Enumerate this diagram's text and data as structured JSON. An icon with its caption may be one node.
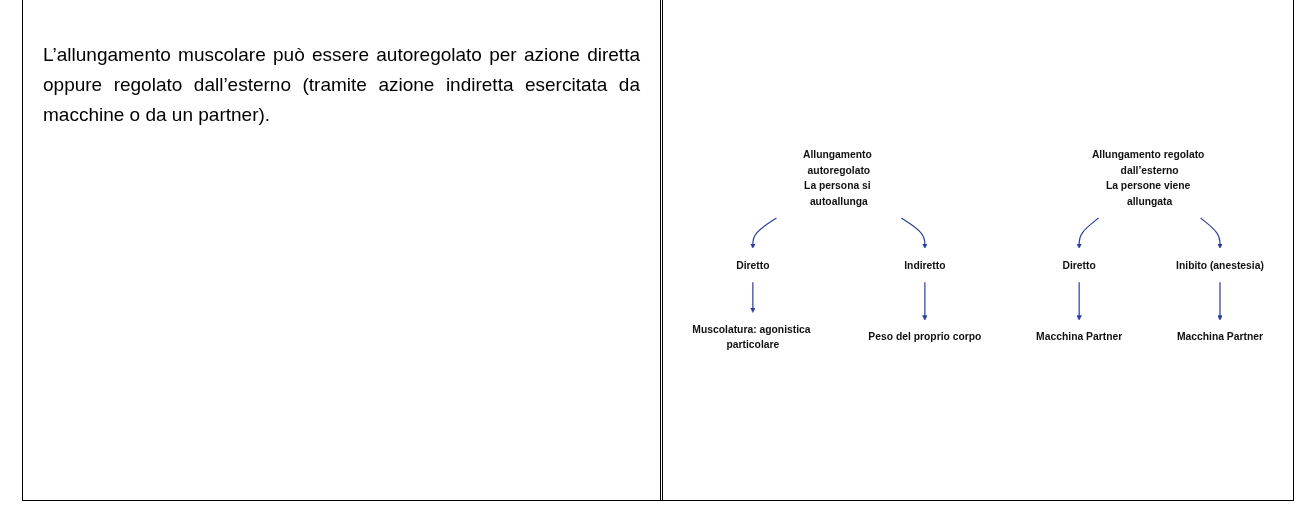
{
  "diagram": {
    "nodes": [
      {
        "text": [
          "Allungamento autoregolato",
          "La persona si autoallunga"
        ]
      },
      {
        "text": [
          "Allungamento regolato dall’esterno",
          "La persone viene allungata"
        ]
      },
      {
        "text": [
          "Diretto"
        ]
      },
      {
        "text": [
          "Indiretto"
        ]
      },
      {
        "text": [
          "Diretto"
        ]
      },
      {
        "text": [
          "Inibito (anestesia)"
        ]
      },
      {
        "text": [
          "Muscolatura: agonistica particolare"
        ]
      },
      {
        "text": [
          "Peso del proprio corpo"
        ]
      },
      {
        "text": [
          "Macchina Partner"
        ]
      },
      {
        "text": [
          "Macchina Partner"
        ]
      }
    ],
    "edges": [
      {
        "from": 0,
        "to": 2,
        "arrow": "to"
      },
      {
        "from": 0,
        "to": 3,
        "arrow": "to"
      },
      {
        "from": 1,
        "to": 4,
        "arrow": "to"
      },
      {
        "from": 1,
        "to": 5,
        "arrow": "to"
      },
      {
        "from": 2,
        "to": 6,
        "arrow": "to"
      },
      {
        "from": 3,
        "to": 7,
        "arrow": "to"
      },
      {
        "from": 4,
        "to": 8,
        "arrow": "to"
      },
      {
        "from": 5,
        "to": 9,
        "arrow": "to"
      }
    ],
    "labels": [
      "L’allungamento muscolare può essere autoregolato per azione diretta oppure regolato dall’esterno (tramite azione indiretta esercitata da macchine o da un partner)."
    ]
  }
}
